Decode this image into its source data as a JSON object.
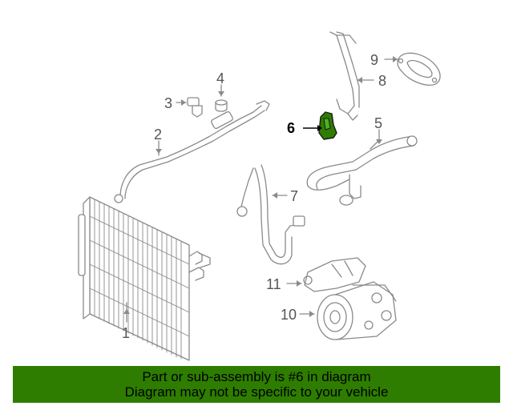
{
  "diagram": {
    "callouts": {
      "c1": "1",
      "c2": "2",
      "c3": "3",
      "c4": "4",
      "c5": "5",
      "c6": "6",
      "c7": "7",
      "c8": "8",
      "c9": "9",
      "c10": "10",
      "c11": "11"
    },
    "highlight_color": "#2e7d00"
  },
  "banner": {
    "line1": "Part or sub-assembly is #6 in diagram",
    "line2": "Diagram may not be specific to your vehicle",
    "background": "#2e7d00"
  }
}
